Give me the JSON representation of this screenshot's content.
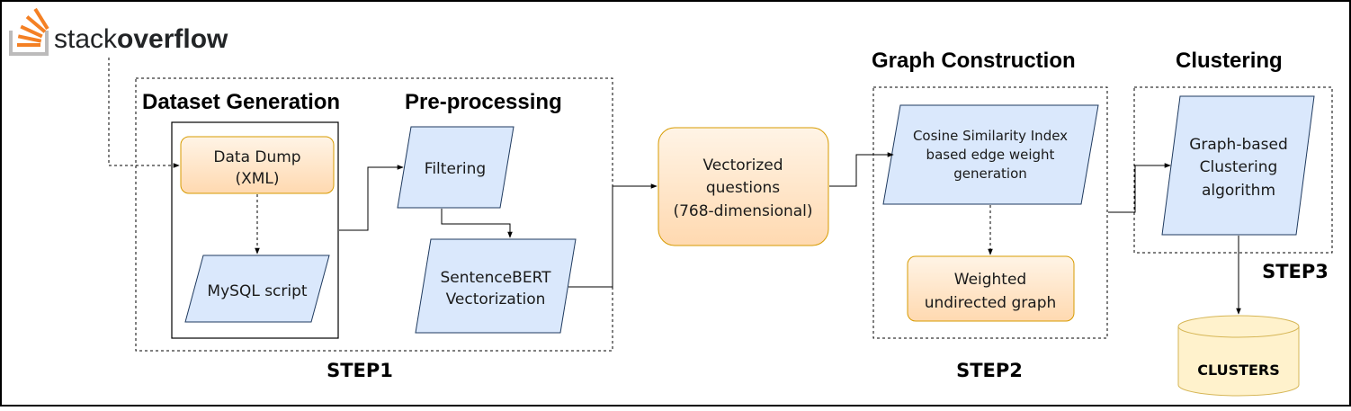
{
  "logo": {
    "part1": "stack",
    "part2": "overflow",
    "colors": {
      "flame": "#f48024",
      "tray": "#bcbbbb",
      "text": "#222426"
    }
  },
  "headings": {
    "dataset_generation": "Dataset Generation",
    "preprocessing": "Pre-processing",
    "graph_construction": "Graph Construction",
    "clustering": "Clustering"
  },
  "steps": {
    "step1": "STEP1",
    "step2": "STEP2",
    "step3": "STEP3"
  },
  "nodes": {
    "data_dump": [
      "Data Dump",
      "(XML)"
    ],
    "mysql": [
      "MySQL script"
    ],
    "filtering": [
      "Filtering"
    ],
    "sentencebert": [
      "SentenceBERT",
      "Vectorization"
    ],
    "vectorized": [
      "Vectorized",
      "questions",
      "(768-dimensional)"
    ],
    "cosine": [
      "Cosine Similarity Index",
      "based edge weight",
      "generation"
    ],
    "weighted": [
      "Weighted",
      "undirected graph"
    ],
    "graph_clustering": [
      "Graph-based",
      "Clustering",
      "algorithm"
    ],
    "clusters": [
      "CLUSTERS"
    ]
  },
  "colors": {
    "orange_fill": "#ffe6cc",
    "orange_fill_end": "#ffce9f",
    "orange_stroke": "#d79b00",
    "blue_fill": "#dae8fc",
    "blue_stroke": "#1f3a5f",
    "cyl_fill": "#fff2cc",
    "cyl_stroke": "#d6b656"
  }
}
